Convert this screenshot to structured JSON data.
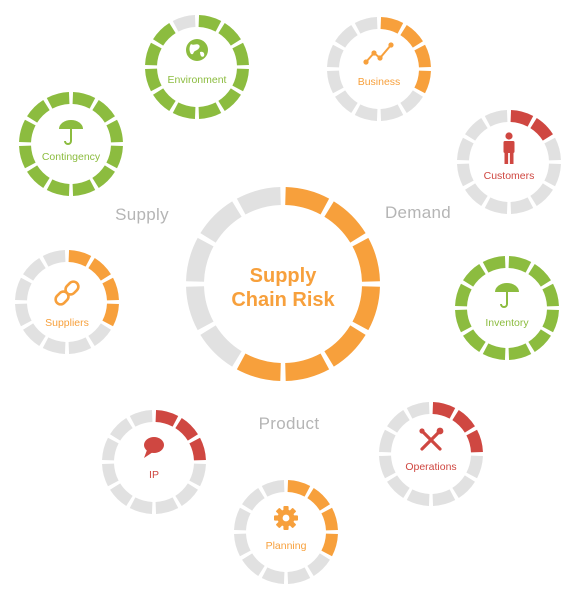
{
  "center": {
    "line1": "Supply",
    "line2": "Chain Risk",
    "segments": 12,
    "filled": 7,
    "color": "#f7a03c"
  },
  "regions": {
    "supply": "Supply",
    "demand": "Demand",
    "product": "Product"
  },
  "colors": {
    "green": "#8cbc3f",
    "orange": "#f7a03c",
    "red": "#cf4741",
    "gray": "#e1e1e1"
  },
  "nodes": [
    {
      "key": "environment",
      "label": "Environment",
      "icon": "globe-icon",
      "color": "#8cbc3f",
      "filled": 11
    },
    {
      "key": "business",
      "label": "Business",
      "icon": "trend-line-icon",
      "color": "#f7a03c",
      "filled": 4
    },
    {
      "key": "customers",
      "label": "Customers",
      "icon": "person-icon",
      "color": "#cf4741",
      "filled": 2
    },
    {
      "key": "contingency",
      "label": "Contingency",
      "icon": "umbrella-icon",
      "color": "#8cbc3f",
      "filled": 12
    },
    {
      "key": "suppliers",
      "label": "Suppliers",
      "icon": "chain-link-icon",
      "color": "#f7a03c",
      "filled": 4
    },
    {
      "key": "inventory",
      "label": "Inventory",
      "icon": "umbrella-icon",
      "color": "#8cbc3f",
      "filled": 12
    },
    {
      "key": "ip",
      "label": "IP",
      "icon": "speech-bubble-icon",
      "color": "#cf4741",
      "filled": 3
    },
    {
      "key": "operations",
      "label": "Operations",
      "icon": "tools-icon",
      "color": "#cf4741",
      "filled": 3
    },
    {
      "key": "planning",
      "label": "Planning",
      "icon": "gear-icon",
      "color": "#f7a03c",
      "filled": 4
    }
  ]
}
